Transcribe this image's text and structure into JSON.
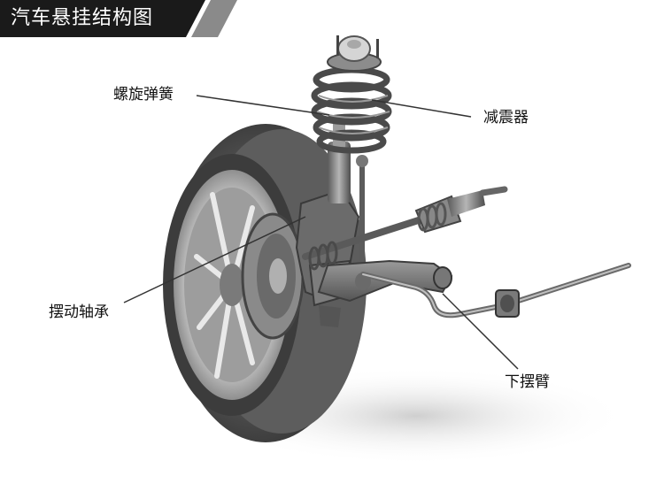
{
  "title": "汽车悬挂结构图",
  "labels": {
    "coil_spring": "螺旋弹簧",
    "shock_absorber": "减震器",
    "wheel_bearing": "摆动轴承",
    "lower_arm": "下摆臂"
  },
  "colors": {
    "title_bg": "#1a1a1a",
    "title_stripe": "#8a8a8a",
    "label_text": "#111111",
    "leader_line": "#333333"
  }
}
